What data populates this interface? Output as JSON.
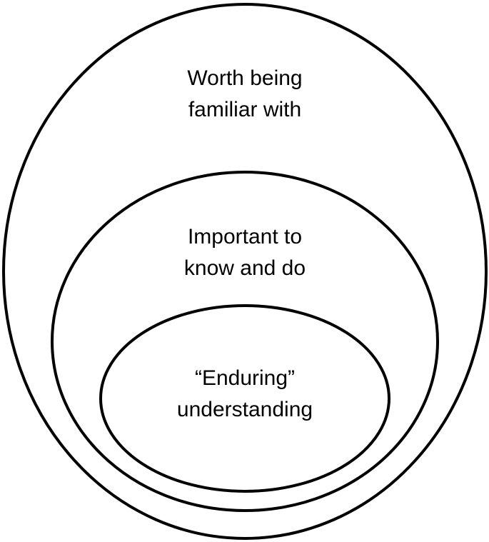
{
  "diagram": {
    "type": "nested-ellipses",
    "levels": [
      {
        "id": "outer",
        "lines": [
          "Worth being",
          "familiar with"
        ]
      },
      {
        "id": "middle",
        "lines": [
          "Important to",
          "know and do"
        ]
      },
      {
        "id": "inner",
        "lines": [
          "“Enduring”",
          "understanding"
        ]
      }
    ]
  },
  "colors": {
    "stroke": "#000000",
    "background": "#ffffff",
    "text": "#000000"
  }
}
